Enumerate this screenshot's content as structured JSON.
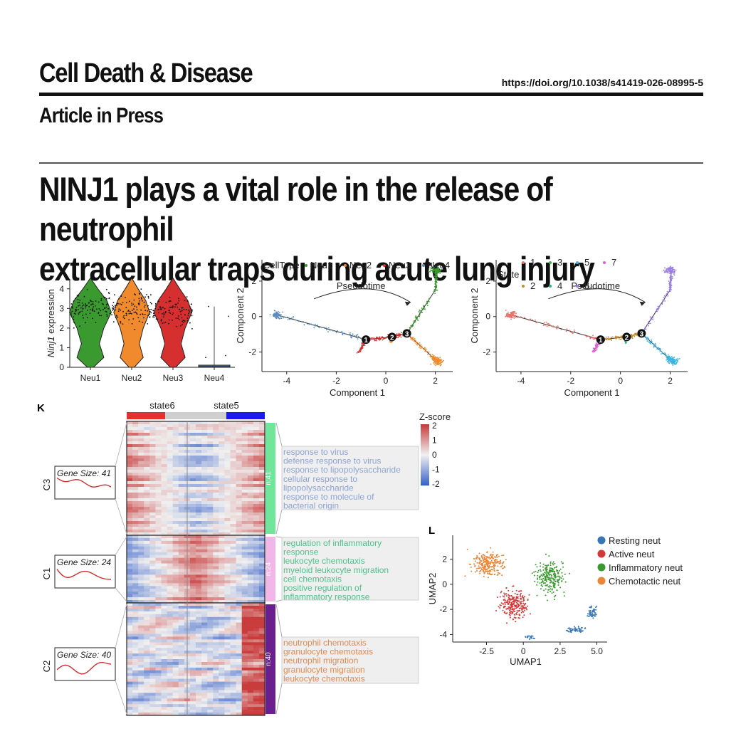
{
  "header": {
    "journal": "Cell Death & Disease",
    "doi": "https://doi.org/10.1038/s41419-026-08995-5",
    "status": "Article in Press",
    "title_line1": "NINJ1 plays a vital role in the release of neutrophil",
    "title_line2": "extracellular traps during acute lung injury"
  },
  "panels": {
    "K": "K",
    "L": "L",
    "heatmap_states": [
      "state6",
      "state5"
    ],
    "zscore_label": "Z-score",
    "zscore_ticks": [
      "2",
      "1",
      "0",
      "-1",
      "-2"
    ],
    "clusters": [
      {
        "name": "C3",
        "gene_size": "Gene Size: 41",
        "n": "n:41",
        "color": "#6fe69a",
        "terms": [
          "response to virus",
          "defense response to virus",
          "response to lipopolysaccharide",
          "cellular response to",
          "lipopolysaccharide",
          "response to molecule of",
          "bacterial origin"
        ],
        "term_color": "#8ea4d2"
      },
      {
        "name": "C1",
        "gene_size": "Gene Size: 24",
        "n": "n:24",
        "color": "#f0b7e8",
        "terms": [
          "regulation of inflammatory",
          "response",
          "leukocyte chemotaxis",
          "myeloid leukocyte migration",
          "cell chemotaxis",
          "positive regulation of",
          "inflammatory response"
        ],
        "term_color": "#4fc08a"
      },
      {
        "name": "C2",
        "gene_size": "Gene Size: 40",
        "n": "n:40",
        "color": "#6a1f8e",
        "terms": [
          "neutrophil chemotaxis",
          "granulocyte chemotaxis",
          "neutrophil migration",
          "granulocyte migration",
          "leukocyte chemotaxis"
        ],
        "term_color": "#e08a52"
      }
    ]
  },
  "chart_data": [
    {
      "type": "violin",
      "ylabel_gene": "Ninj1",
      "ylabel_rest": " expression",
      "categories": [
        "Neu1",
        "Neu2",
        "Neu3",
        "Neu4"
      ],
      "colors": [
        "#3a9a2f",
        "#f08a2c",
        "#d62f2f",
        "#5b8bbd"
      ],
      "medians": [
        3.0,
        3.0,
        2.8,
        0.1
      ],
      "ylim": [
        0,
        4.5
      ],
      "yticks": [
        0,
        1,
        2,
        3,
        4
      ]
    },
    {
      "type": "scatter",
      "legend_title": "CellType",
      "legend": [
        "Neu1",
        "Neu2",
        "Neu3",
        "Neu4"
      ],
      "colors": [
        "#3a9a2f",
        "#f08a2c",
        "#d62f2f",
        "#5b8bbd"
      ],
      "annotation": "Pseudotime",
      "xlabel": "Component 1",
      "ylabel": "Component 2",
      "xticks": [
        -4,
        -2,
        0,
        2
      ],
      "yticks": [
        -2,
        0,
        2
      ],
      "xlim": [
        -5,
        2.7
      ],
      "ylim": [
        -3.1,
        3.2
      ],
      "branch_points": [
        "1",
        "2",
        "3"
      ]
    },
    {
      "type": "scatter",
      "legend_title": "State",
      "legend": [
        "1",
        "2",
        "3",
        "4",
        "5",
        "6",
        "7"
      ],
      "colors": [
        "#e8726a",
        "#c28a2a",
        "#3fb04a",
        "#2cae8e",
        "#40b2e0",
        "#9b7ee8",
        "#e060d8"
      ],
      "annotation": "Pseudotime",
      "xlabel": "Component 1",
      "ylabel": "Component 2",
      "xticks": [
        -4,
        -2,
        0,
        2
      ],
      "yticks": [
        -2,
        0,
        2
      ],
      "xlim": [
        -5,
        2.7
      ],
      "ylim": [
        -3.1,
        3.2
      ],
      "branch_points": [
        "1",
        "2",
        "3"
      ]
    },
    {
      "type": "scatter",
      "legend": [
        "Resting neut",
        "Active neut",
        "Inflammatory neut",
        "Chemotactic neut"
      ],
      "colors": [
        "#3a76b6",
        "#d23a3a",
        "#3a9a2f",
        "#e8873a"
      ],
      "xlabel": "UMAP1",
      "ylabel": "UMAP2",
      "xticks": [
        -2.5,
        0,
        2.5,
        5.0
      ],
      "xtick_labels": [
        "-2.5",
        "0",
        "2.5",
        "5.0"
      ],
      "yticks": [
        -4,
        -2,
        0,
        2
      ],
      "xlim": [
        -4.8,
        5.7
      ],
      "ylim": [
        -4.6,
        3.9
      ]
    }
  ]
}
